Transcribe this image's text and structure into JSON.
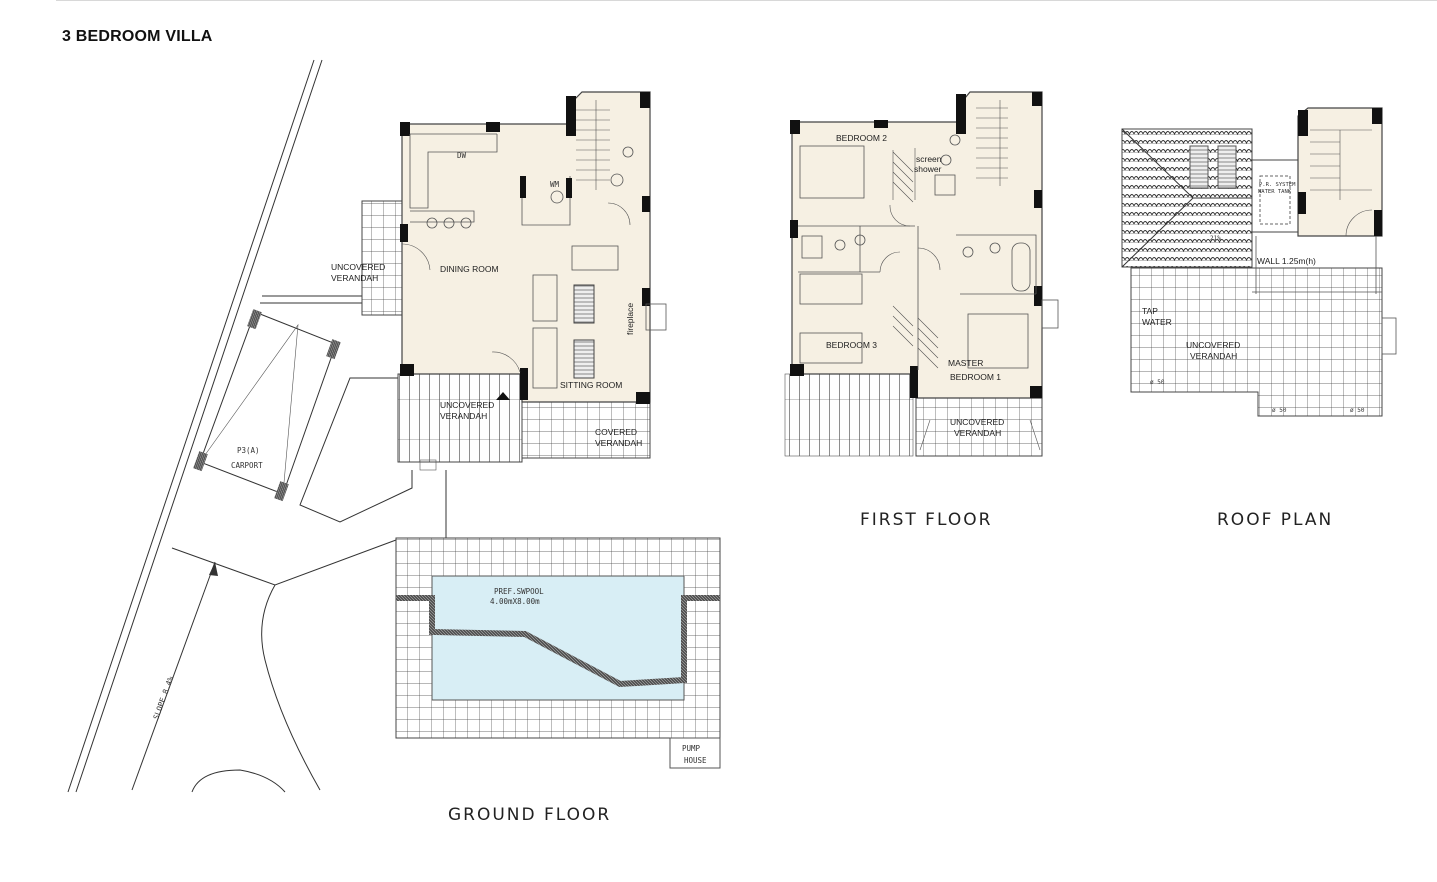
{
  "title": "3 BEDROOM VILLA",
  "colors": {
    "room_fill": "#f6f0e3",
    "pool_water": "#d8eef5",
    "wall": "#111111",
    "line": "#333333"
  },
  "ground_floor": {
    "caption": "GROUND FLOOR",
    "labels": {
      "dw": "DW",
      "wm": "WM",
      "dining_room": "DINING ROOM",
      "sitting_room": "SITTING ROOM",
      "fireplace": "fireplace",
      "uncovered_verandah_side_1": "UNCOVERED",
      "uncovered_verandah_side_2": "VERANDAH",
      "uncovered_verandah_front_1": "UNCOVERED",
      "uncovered_verandah_front_2": "VERANDAH",
      "covered_verandah_1": "COVERED",
      "covered_verandah_2": "VERANDAH",
      "carport_1": "P3(A)",
      "carport_2": "CARPORT",
      "slope": "SLOPE 8.4%",
      "pool_1": "PREF.SWPOOL",
      "pool_2": "4.00mX8.00m",
      "pump_1": "PUMP",
      "pump_2": "HOUSE"
    }
  },
  "first_floor": {
    "caption": "FIRST FLOOR",
    "labels": {
      "bedroom_2": "BEDROOM 2",
      "screen_1": "screen",
      "screen_2": "shower",
      "bedroom_3": "BEDROOM 3",
      "master_1": "MASTER",
      "master_2": "BEDROOM 1",
      "verandah_1": "UNCOVERED",
      "verandah_2": "VERANDAH"
    }
  },
  "roof_plan": {
    "caption": "ROOF PLAN",
    "labels": {
      "tank_1": "P.R. SYSTEM",
      "tank_2": "WATER TANK",
      "slope_pct": "21%",
      "wall": "WALL 1.25m(h)",
      "tap_1": "TAP",
      "tap_2": "WATER",
      "verandah_1": "UNCOVERED",
      "verandah_2": "VERANDAH",
      "drain_1": "ø 50",
      "drain_2": "ø 50",
      "drain_3": "ø 50"
    }
  }
}
